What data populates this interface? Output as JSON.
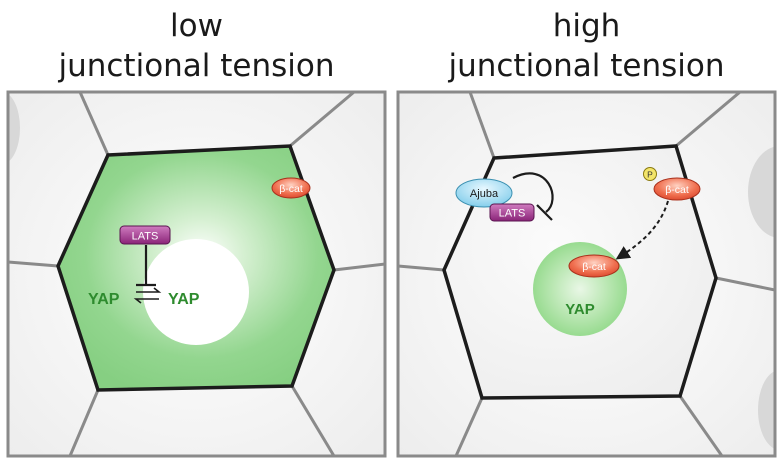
{
  "panels": {
    "left": {
      "title_line1": "low",
      "title_line2": "junctional tension",
      "lats": "LATS",
      "yap_left": "YAP",
      "yap_right": "YAP",
      "bcat": "β-cat",
      "cell_color": "#8ed68e"
    },
    "right": {
      "title_line1": "high",
      "title_line2": "junctional tension",
      "ajuba": "Ajuba",
      "lats": "LATS",
      "phospho": "P",
      "bcat": "β-cat",
      "bcat_nucleus": "β-cat",
      "yap": "YAP",
      "nucleus_color": "#a6e0a0"
    }
  },
  "colors": {
    "yap_text": "#2e8b2e",
    "lats_fill": "#a0328a",
    "bcat_fill": "#e8583a",
    "ajuba_fill": "#8fd6ee",
    "phospho_fill": "#f3e56a",
    "junction_gray": "#8a8a8a",
    "junction_dark": "#1c1c1c"
  }
}
